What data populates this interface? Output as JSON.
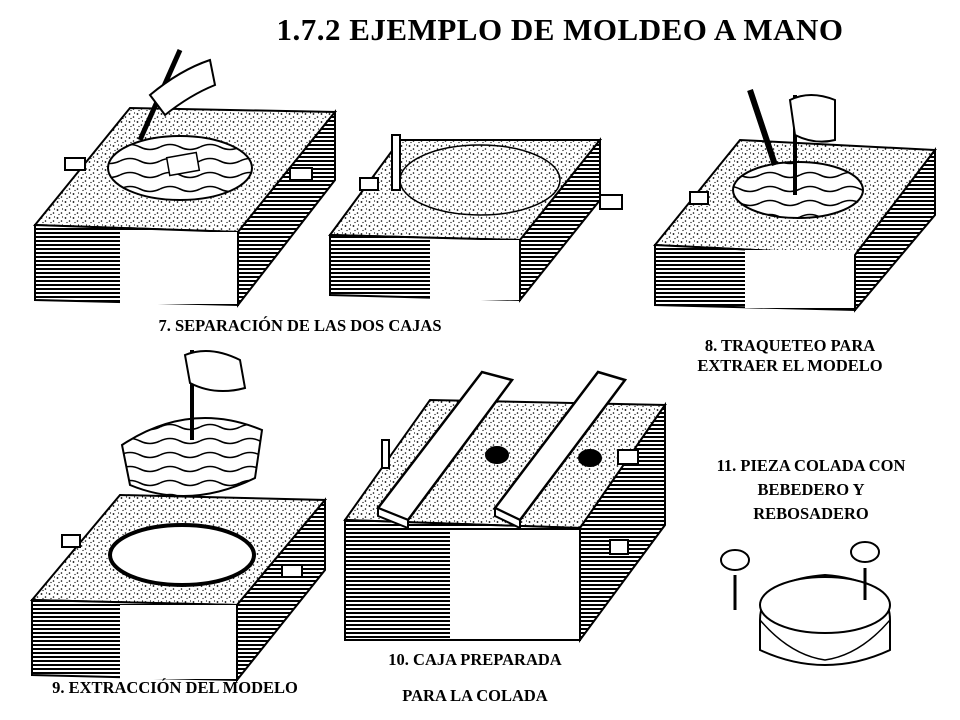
{
  "title": "1.7.2  EJEMPLO DE  MOLDEO A MANO",
  "captions": {
    "step7": "7. SEPARACIÓN  DE LAS DOS CAJAS",
    "step8_line1": "8. TRAQUETEO PARA",
    "step8_line2": "EXTRAER EL MODELO",
    "step9": "9. EXTRACCIÓN  DEL MODELO",
    "step10_line1": "10. CAJA PREPARADA",
    "step10_line2": "PARA LA COLADA",
    "step11_line1": "11. PIEZA COLADA CON",
    "step11_line2": "BEBEDERO Y",
    "step11_line3": "REBOSADERO"
  }
}
